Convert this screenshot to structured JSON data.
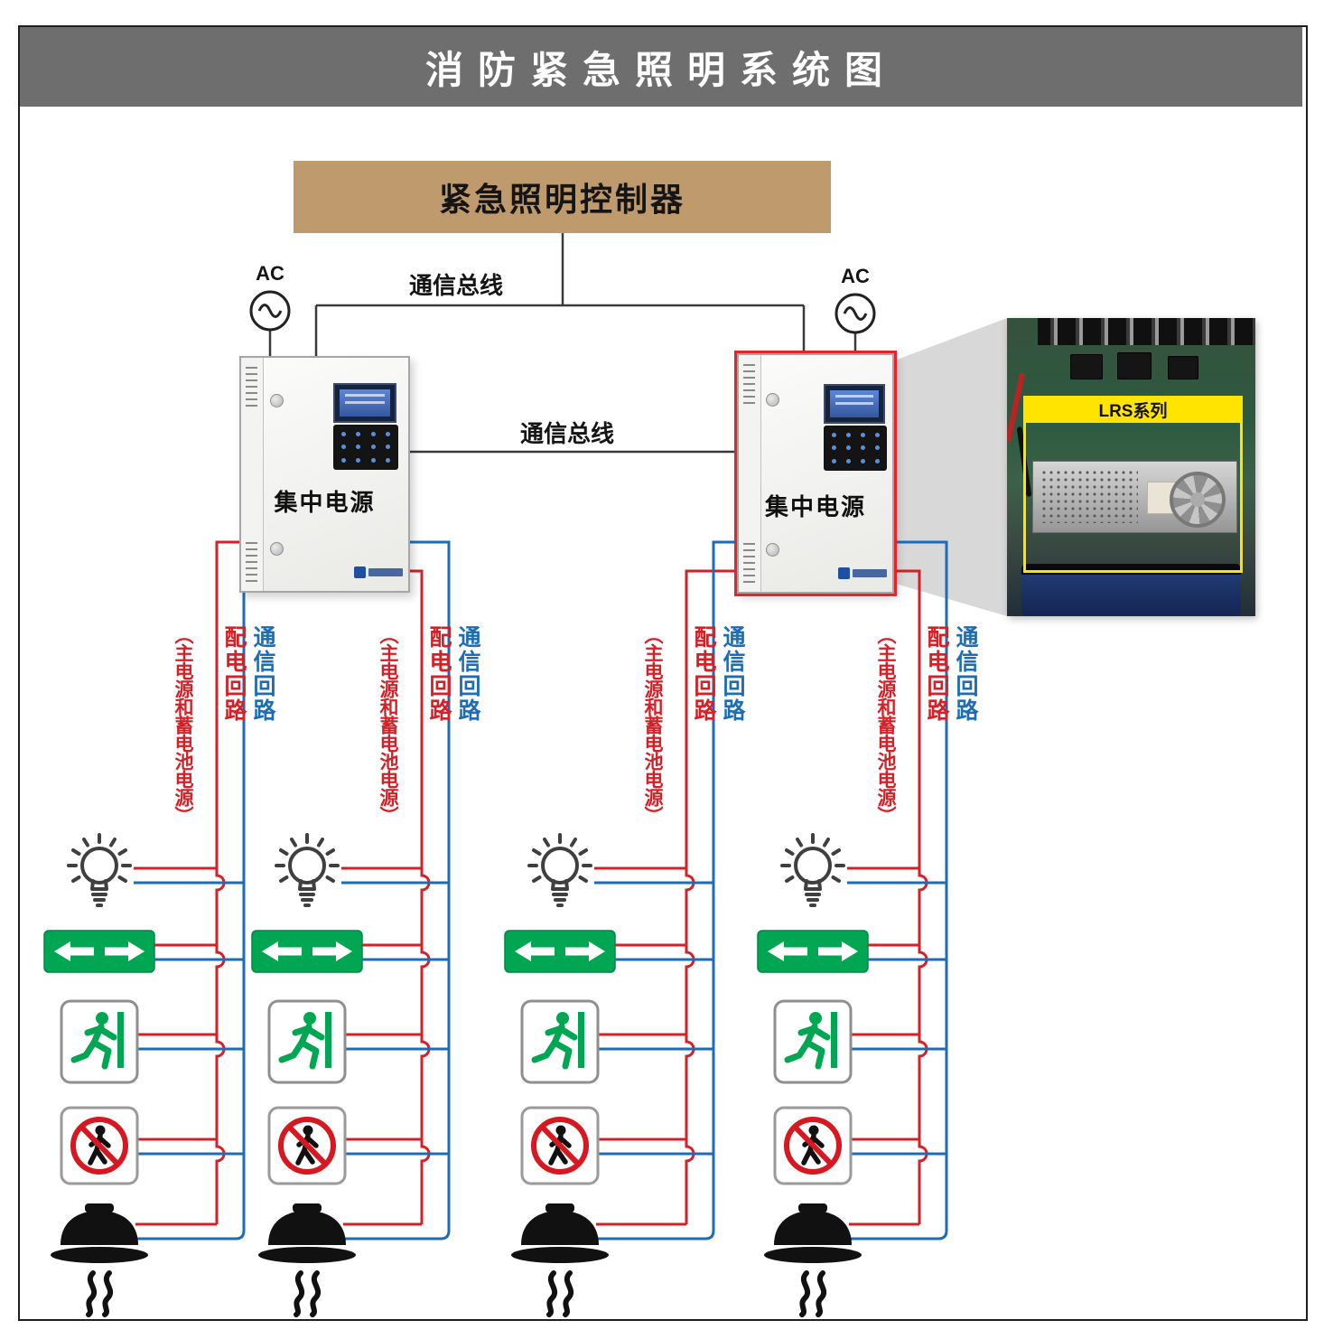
{
  "title": "消防紧急照明系统图",
  "controller": {
    "label": "紧急照明控制器"
  },
  "comm_bus": {
    "label": "通信总线"
  },
  "ac": {
    "label": "AC"
  },
  "cabinet": {
    "label": "集中电源"
  },
  "photo": {
    "label": "LRS系列"
  },
  "riser": {
    "power": "配电回路",
    "power_sub": "（主电源和蓄电池电源）",
    "comm": "通信回路"
  },
  "colors": {
    "title_bar": "#6e6e6e",
    "controller_bg": "#bf9a6d",
    "power_line": "#d42127",
    "comm_line": "#1e6db4",
    "bus_line": "#3a3a3a",
    "exit_green": "#00a651",
    "prohibit_red": "#d61920",
    "highlight_red": "#e8232a",
    "highlight_yellow": "#ffe400"
  },
  "devices": [
    {
      "name": "emergency-light",
      "icon": "bulb-icon"
    },
    {
      "name": "direction-exit-sign",
      "icon": "double-arrow-icon"
    },
    {
      "name": "running-man-exit-sign",
      "icon": "running-man-icon"
    },
    {
      "name": "no-pedestrian-sign",
      "icon": "no-pedestrian-icon"
    },
    {
      "name": "smoke-detector",
      "icon": "smoke-detector-icon"
    }
  ]
}
